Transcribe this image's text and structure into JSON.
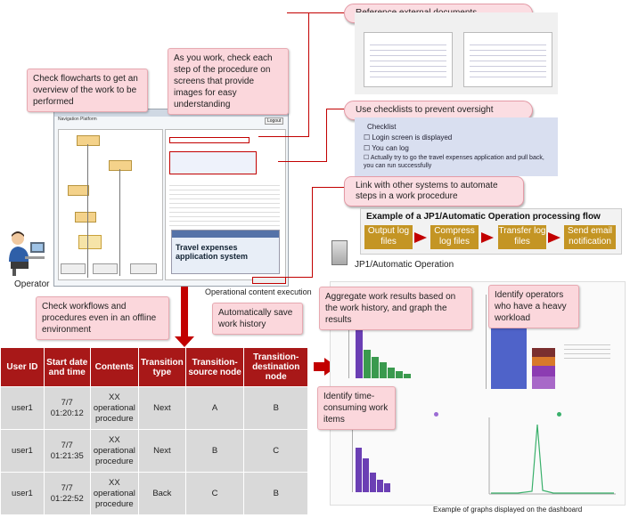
{
  "callouts": {
    "flowcharts": "Check flowcharts to get an overview of the work to be performed",
    "procedure": "As you work, check each step of the procedure on screens that provide images for easy understanding",
    "offline": "Check workflows and procedures even in an offline environment",
    "history": "Automatically save work history",
    "aggregate": "Aggregate work results based on the work history, and graph the results",
    "operators": "Identify operators who have a heavy workload",
    "timeconsuming": "Identify time-consuming work items"
  },
  "pills": {
    "reference": "Reference external documents",
    "checklists": "Use checklists to prevent oversight",
    "link": "Link with other systems to automate steps in a work procedure"
  },
  "labels": {
    "operator": "Operator",
    "op_exec": "Operational content execution",
    "graphs_caption": "Example of graphs displayed on the dashboard",
    "jp1": "JP1/Automatic Operation"
  },
  "navigation": {
    "title": "Navigation Platform",
    "logout": "Logout",
    "flow_title": "Travel expenses application system"
  },
  "checklist": {
    "title": "Checklist",
    "items": [
      "Login screen is displayed",
      "You can log",
      "Actually try to go the travel expenses application and pull back, you can run successfully"
    ]
  },
  "jp1flow": {
    "title": "Example of a JP1/Automatic Operation processing flow",
    "steps": [
      "Output log files",
      "Compress log files",
      "Transfer log files",
      "Send email notification"
    ]
  },
  "table": {
    "headers": [
      "User ID",
      "Start date and time",
      "Contents",
      "Transition type",
      "Transition-source node",
      "Transition-destination node"
    ],
    "rows": [
      [
        "user1",
        "7/7 01:20:12",
        "XX operational procedure",
        "Next",
        "A",
        "B"
      ],
      [
        "user1",
        "7/7 01:21:35",
        "XX operational procedure",
        "Next",
        "B",
        "C"
      ],
      [
        "user1",
        "7/7 01:22:52",
        "XX operational procedure",
        "Back",
        "C",
        "B"
      ]
    ]
  },
  "colors": {
    "accent_red": "#c20000",
    "header_red": "#a81818",
    "process_gold": "#c49524"
  }
}
